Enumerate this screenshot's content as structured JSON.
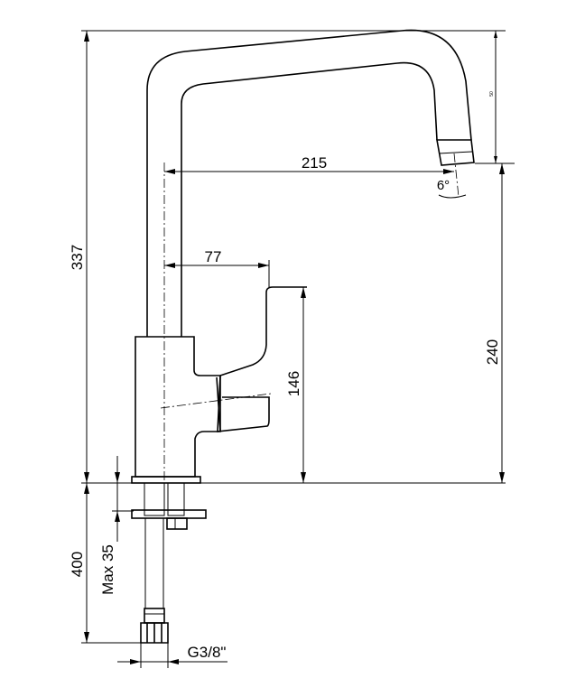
{
  "dimensions": {
    "total_height": "337",
    "spout_reach": "215",
    "handle_offset": "77",
    "handle_height": "146",
    "spout_clearance": "240",
    "hose_length": "400",
    "max_deck": "Max 35",
    "connection": "G3/8\"",
    "spout_angle": "6°",
    "tip_small": "50"
  }
}
